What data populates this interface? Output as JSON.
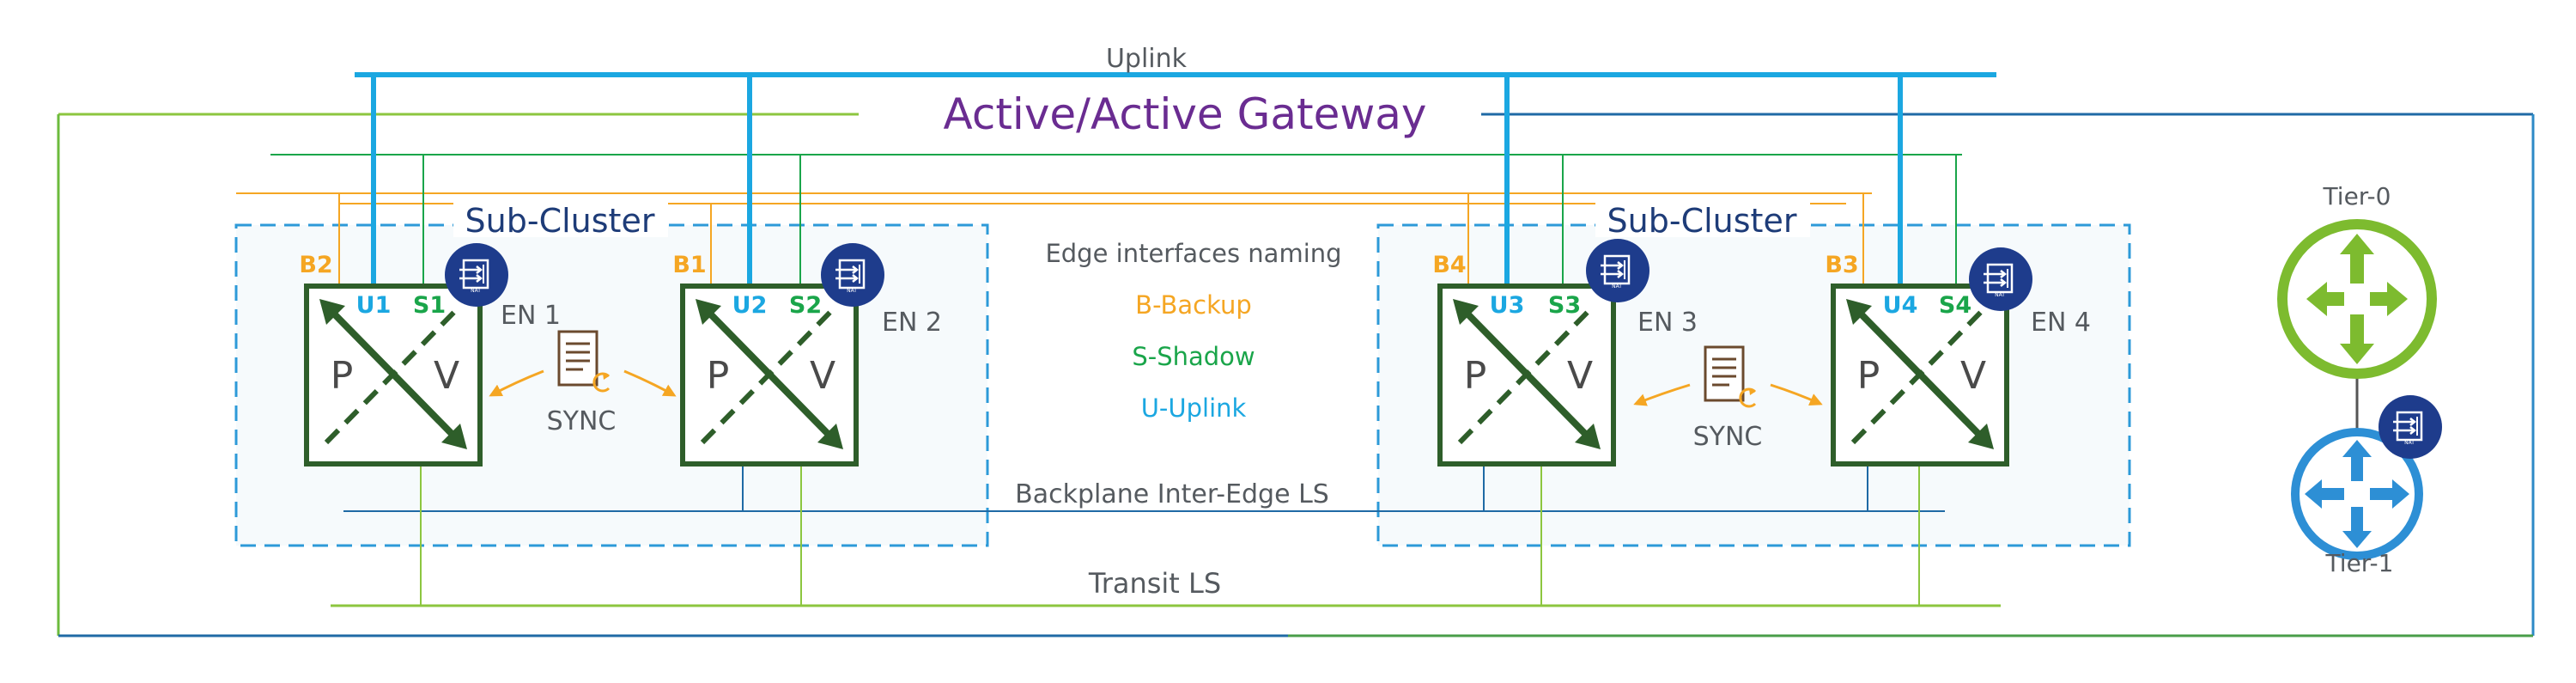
{
  "title": "Active/Active Gateway",
  "uplink_label": "Uplink",
  "backplane_label": "Backplane Inter-Edge LS",
  "transit_label": "Transit LS",
  "subclusters": [
    {
      "label": "Sub-Cluster"
    },
    {
      "label": "Sub-Cluster"
    }
  ],
  "legend": {
    "heading": "Edge interfaces naming",
    "backup": "B-Backup",
    "shadow": "S-Shadow",
    "uplink": "U-Uplink"
  },
  "sync_labels": [
    "SYNC",
    "SYNC"
  ],
  "edges": [
    {
      "name": "EN 1",
      "b": "B2",
      "u": "U1",
      "s": "S1",
      "p": "P",
      "v": "V"
    },
    {
      "name": "EN 2",
      "b": "B1",
      "u": "U2",
      "s": "S2",
      "p": "P",
      "v": "V"
    },
    {
      "name": "EN 3",
      "b": "B4",
      "u": "U3",
      "s": "S3",
      "p": "P",
      "v": "V"
    },
    {
      "name": "EN 4",
      "b": "B3",
      "u": "U4",
      "s": "S4",
      "p": "P",
      "v": "V"
    }
  ],
  "tiers": {
    "tier0": "Tier-0",
    "tier1": "Tier-1"
  },
  "icons": {
    "service": "service-router-icon",
    "sync": "sync-document-icon",
    "tier0": "tier0-router-icon",
    "tier1": "tier1-router-icon"
  },
  "colors": {
    "uplink": "#1ba7e1",
    "shadow": "#1aa54a",
    "backup": "#f5a623",
    "transit": "#8cc63f",
    "backplane": "#1f6aa5",
    "subcluster": "#2d9ad8",
    "edge_box": "#2e5e2a",
    "service_circle": "#1e3c8c",
    "title": "#6a2c91"
  }
}
